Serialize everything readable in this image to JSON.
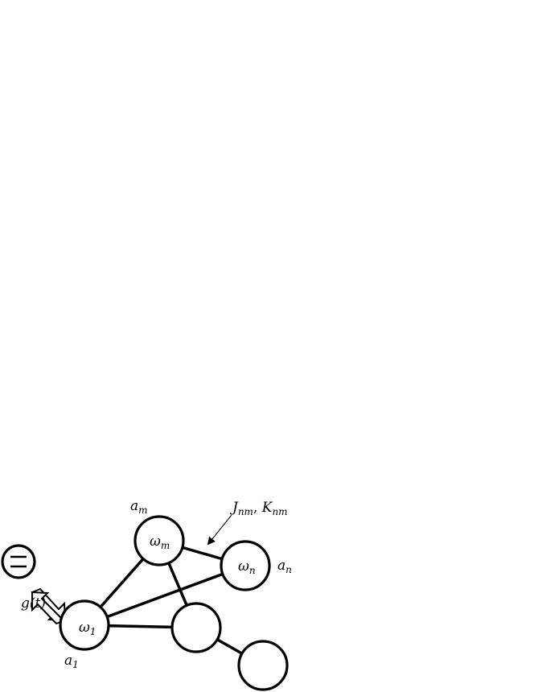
{
  "nodes": {
    "omega_1": {
      "main": "ω",
      "sub": "1"
    },
    "omega_m": {
      "main": "ω",
      "sub": "m"
    },
    "omega_n": {
      "main": "ω",
      "sub": "n"
    }
  },
  "labels": {
    "a_1": {
      "main": "a",
      "sub": "1"
    },
    "a_m": {
      "main": "a",
      "sub": "m"
    },
    "a_n": {
      "main": "a",
      "sub": "n"
    },
    "g_t": "g(t)",
    "coupling": {
      "J": "J",
      "J_sub": "nm",
      "sep": ", ",
      "K": "K",
      "K_sub": "nm"
    }
  },
  "drive_symbol": "equals-sign-icon"
}
